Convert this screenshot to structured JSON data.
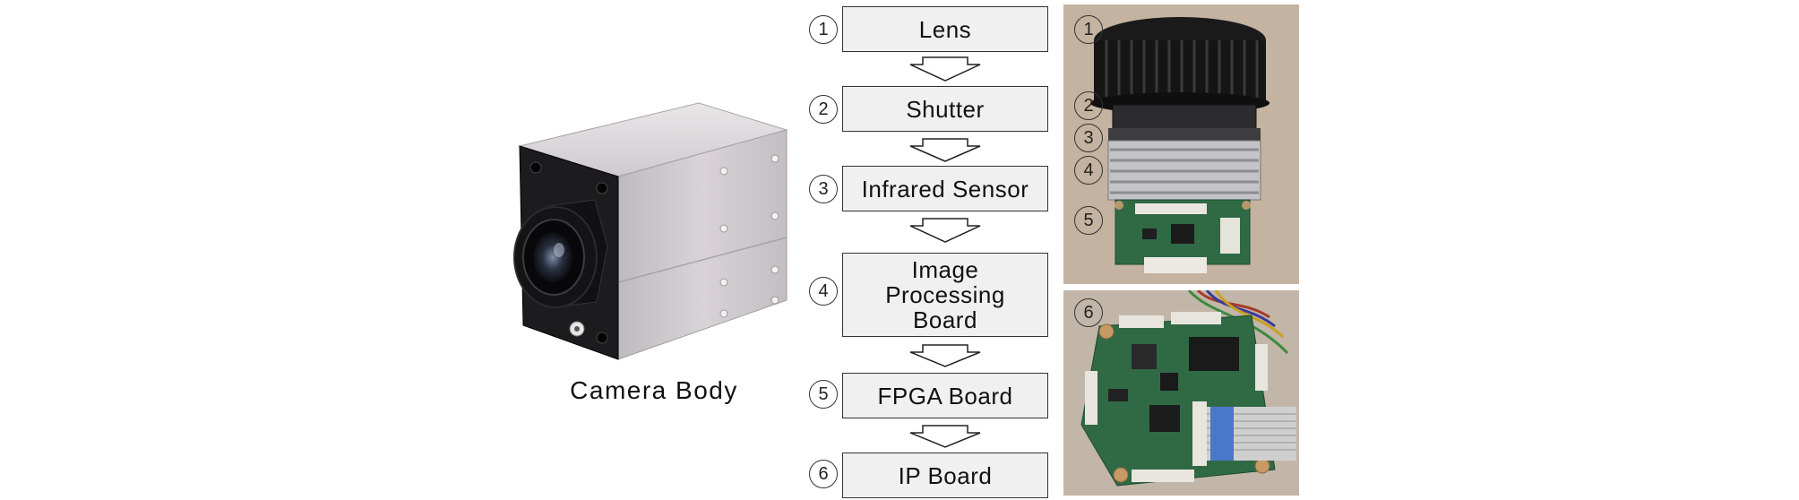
{
  "camera": {
    "caption": "Camera Body"
  },
  "pipeline": {
    "steps": [
      {
        "num": "1",
        "label": "Lens"
      },
      {
        "num": "2",
        "label": "Shutter"
      },
      {
        "num": "3",
        "label": "Infrared Sensor"
      },
      {
        "num": "4",
        "label": "Image\nProcessing\nBoard"
      },
      {
        "num": "5",
        "label": "FPGA Board"
      },
      {
        "num": "6",
        "label": "IP Board"
      }
    ]
  },
  "photo_markers": {
    "top": [
      "1",
      "2",
      "3",
      "4",
      "5"
    ],
    "bottom": [
      "6"
    ]
  },
  "colors": {
    "box_fill": "#f0f0f0",
    "box_border": "#333333",
    "camera_housing": "#d7d2d5",
    "camera_front": "#1c1c1e",
    "photo_background": "#c9b9a6",
    "pcb_green": "#2f6a45"
  },
  "icons": {
    "flow_arrow": "hollow-down-arrow-icon",
    "step_marker": "circled-number-icon"
  }
}
